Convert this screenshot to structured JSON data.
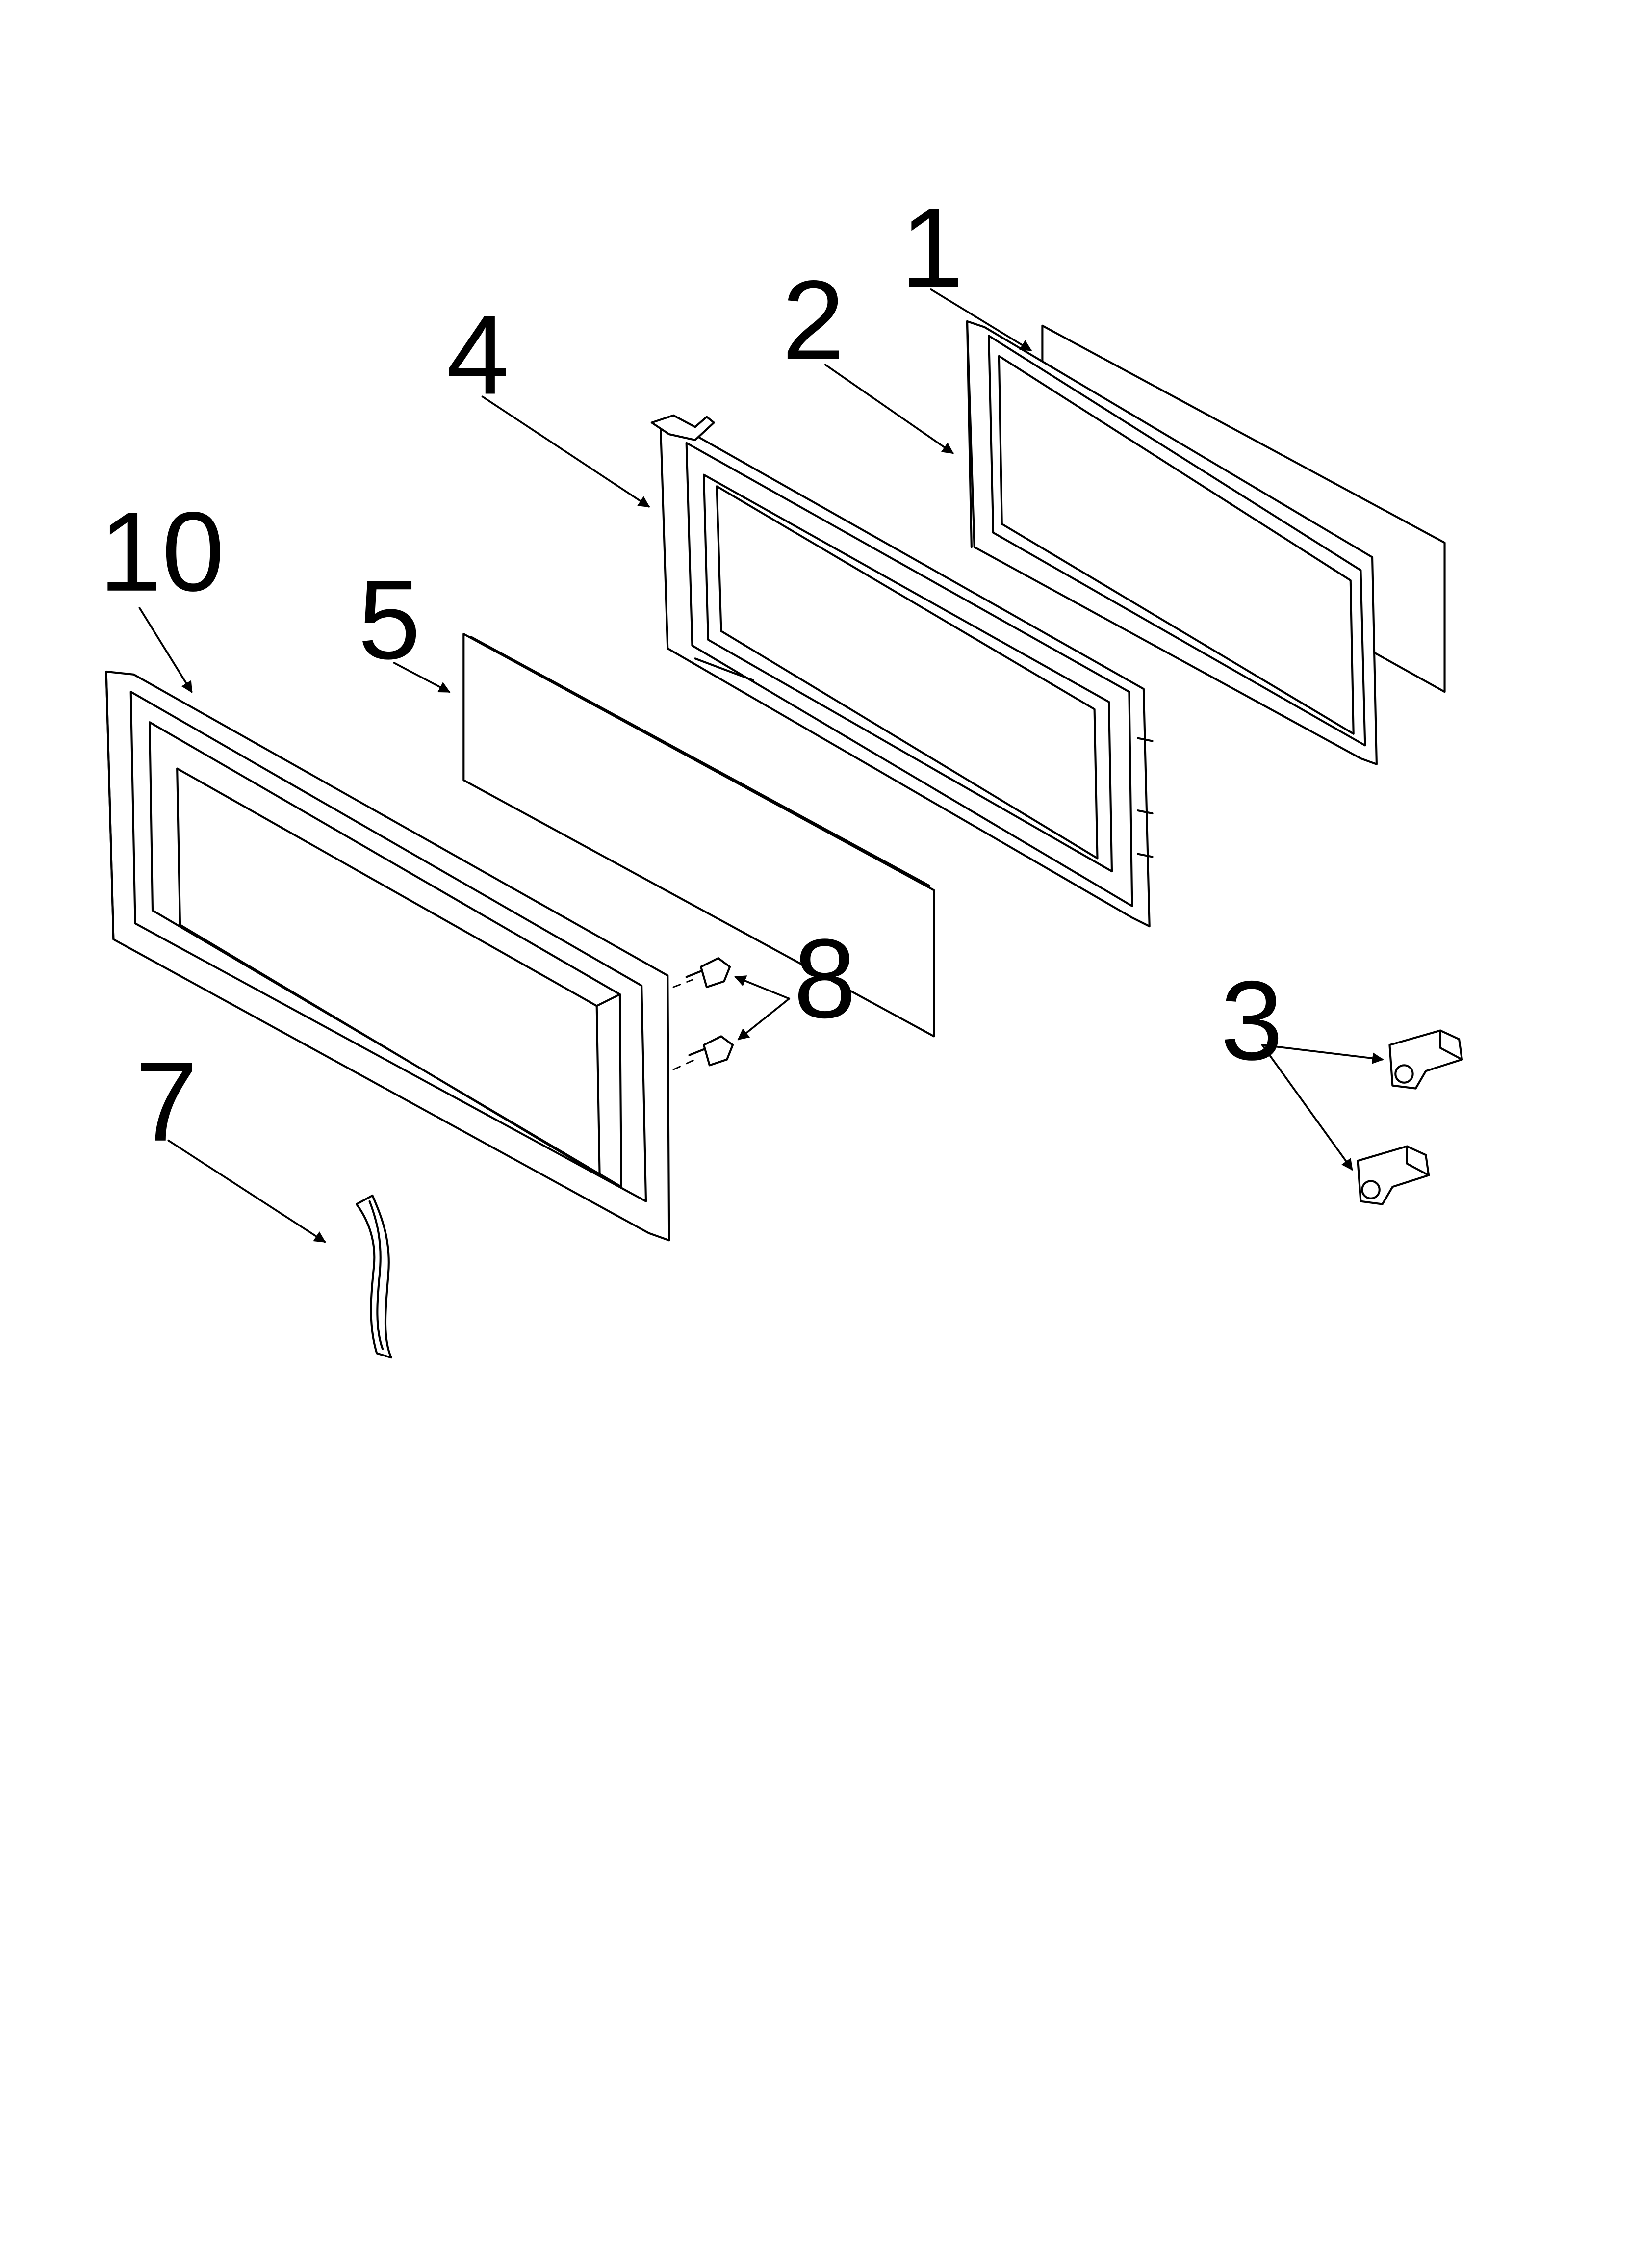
{
  "diagram": {
    "type": "exploded parts diagram",
    "callouts": {
      "c1": "1",
      "c2": "2",
      "c3": "3",
      "c4": "4",
      "c5": "5",
      "c7": "7",
      "c8": "8",
      "c10": "10"
    }
  }
}
